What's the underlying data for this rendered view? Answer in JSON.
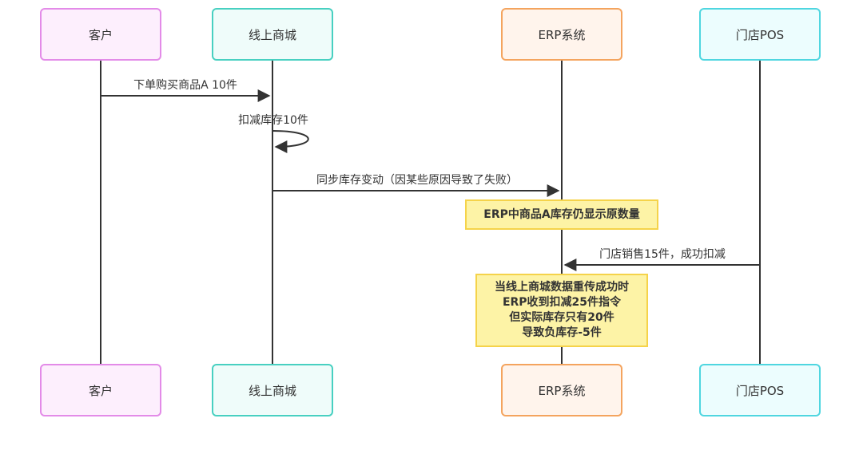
{
  "participants": [
    {
      "id": "customer",
      "label": "客户",
      "border": "#e38be8",
      "fill": "#fdeffd"
    },
    {
      "id": "online-mall",
      "label": "线上商城",
      "border": "#48d0c1",
      "fill": "#effcfa"
    },
    {
      "id": "erp",
      "label": "ERP系统",
      "border": "#f4a45e",
      "fill": "#fff4ec"
    },
    {
      "id": "store-pos",
      "label": "门店POS",
      "border": "#4fd6e0",
      "fill": "#ecfdfe"
    }
  ],
  "messages": [
    {
      "label": "下单购买商品A 10件",
      "from": "customer",
      "to": "online-mall"
    },
    {
      "label": "扣减库存10件",
      "from": "online-mall",
      "to": "online-mall"
    },
    {
      "label": "同步库存变动（因某些原因导致了失败）",
      "from": "online-mall",
      "to": "erp"
    },
    {
      "label": "门店销售15件，成功扣减",
      "from": "store-pos",
      "to": "erp"
    }
  ],
  "notes": [
    {
      "over": "erp",
      "lines": [
        "ERP中商品A库存仍显示原数量"
      ]
    },
    {
      "over": "erp",
      "lines": [
        "当线上商城数据重传成功时",
        "ERP收到扣减25件指令",
        "但实际库存只有20件",
        "导致负库存-5件"
      ]
    }
  ]
}
